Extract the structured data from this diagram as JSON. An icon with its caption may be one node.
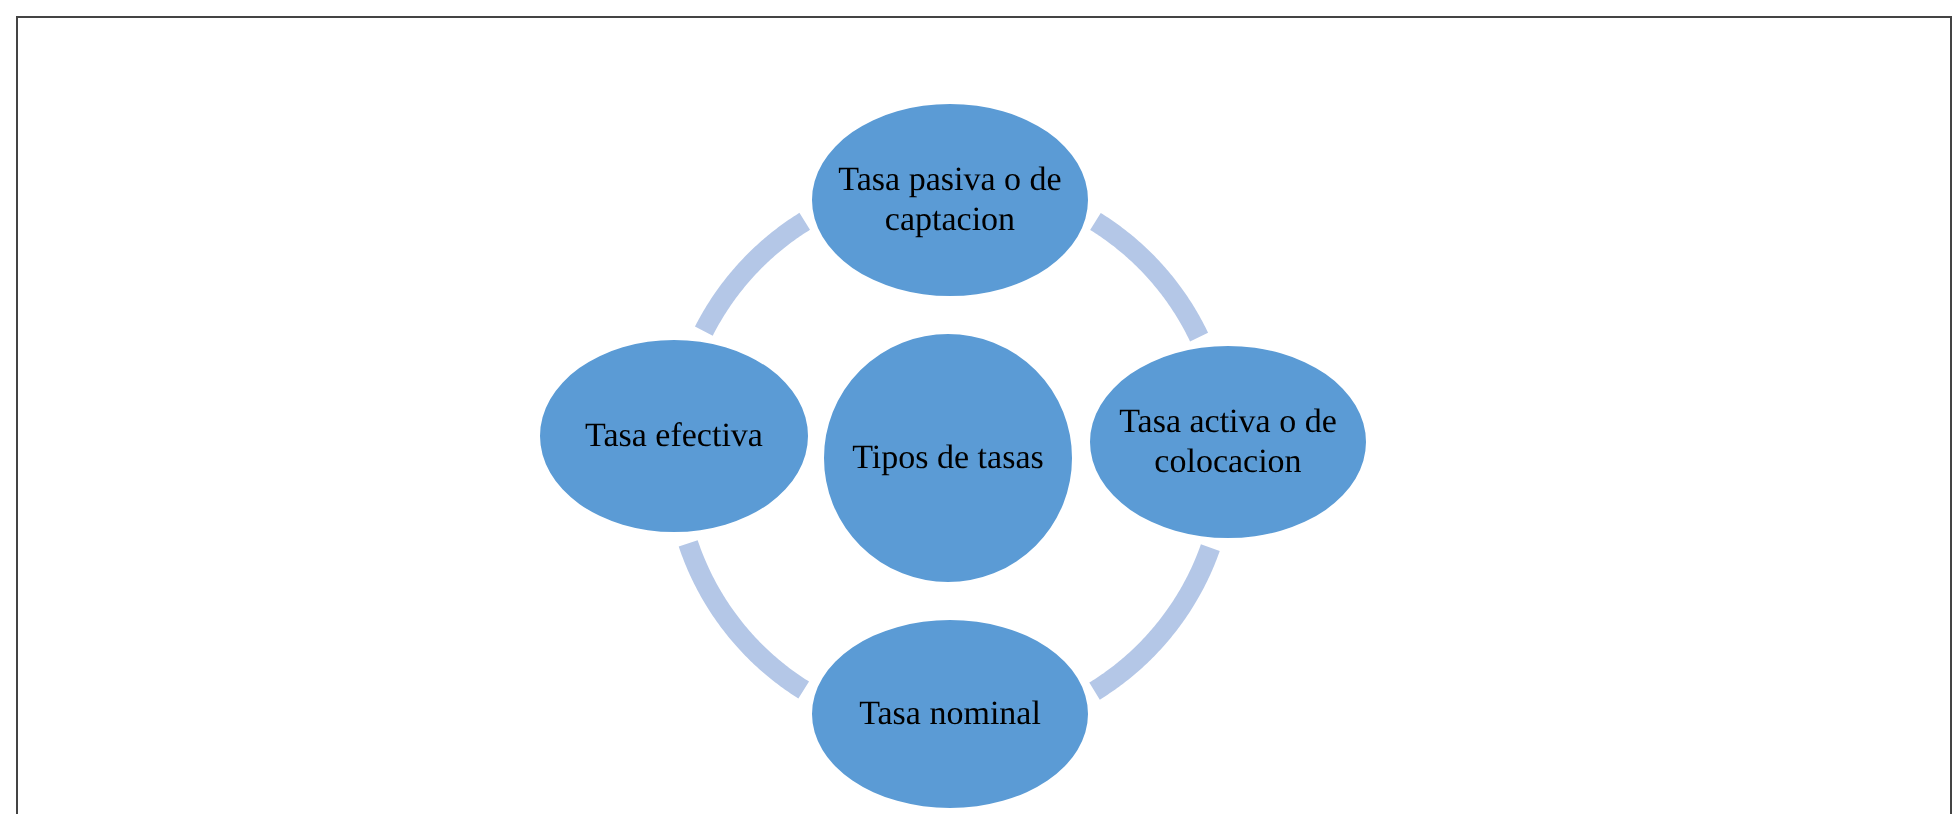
{
  "diagram": {
    "nodes": [
      {
        "text": [
          "Tipos de tasas"
        ]
      },
      {
        "text": [
          "Tasa pasiva o de captacion"
        ]
      },
      {
        "text": [
          "Tasa activa o de colocacion"
        ]
      },
      {
        "text": [
          "Tasa nominal"
        ]
      },
      {
        "text": [
          "Tasa efectiva"
        ]
      }
    ],
    "edges": [
      {
        "from": 1,
        "to": 2,
        "arrow": "none"
      },
      {
        "from": 2,
        "to": 3,
        "arrow": "none"
      },
      {
        "from": 3,
        "to": 4,
        "arrow": "none"
      },
      {
        "from": 4,
        "to": 1,
        "arrow": "none"
      }
    ]
  }
}
